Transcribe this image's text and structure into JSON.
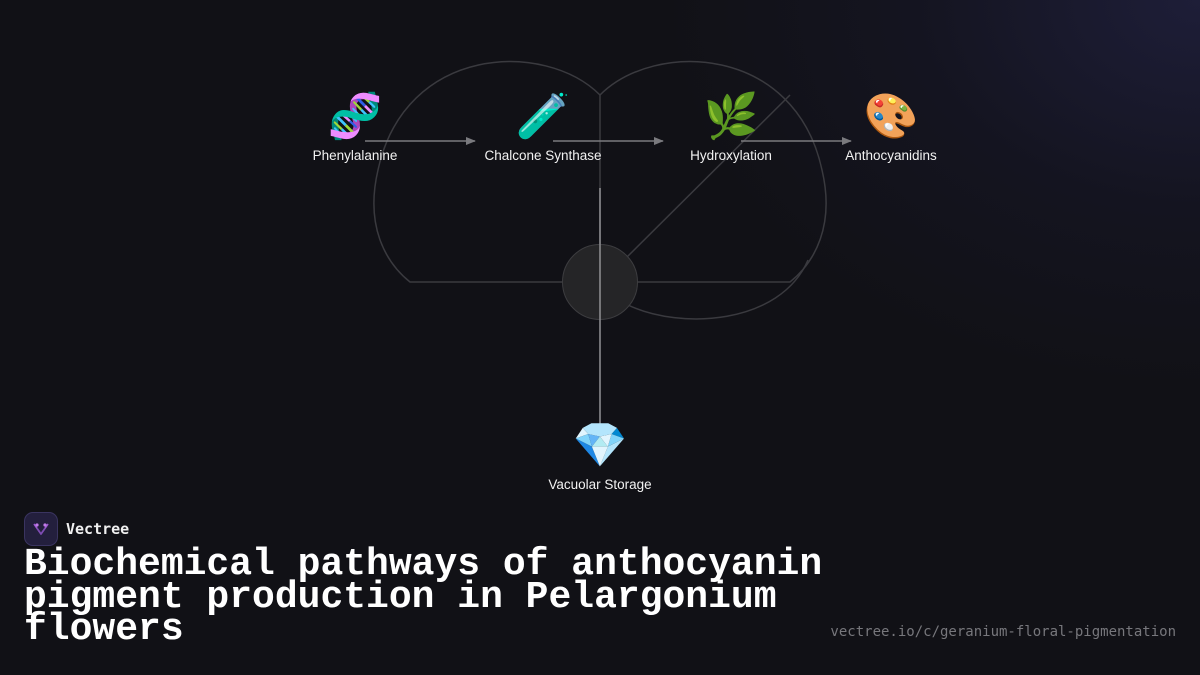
{
  "diagram": {
    "nodes": [
      {
        "id": "phenylalanine",
        "label": "Phenylalanine",
        "icon": "dna-icon",
        "glyph": "🧬"
      },
      {
        "id": "chalcone-synthase",
        "label": "Chalcone Synthase",
        "icon": "test-tube-icon",
        "glyph": "🧪"
      },
      {
        "id": "hydroxylation",
        "label": "Hydroxylation",
        "icon": "herb-icon",
        "glyph": "🌿"
      },
      {
        "id": "anthocyanidins",
        "label": "Anthocyanidins",
        "icon": "palette-icon",
        "glyph": "🎨"
      },
      {
        "id": "vacuolar-storage",
        "label": "Vacuolar Storage",
        "icon": "gem-icon",
        "glyph": "💎"
      }
    ],
    "edges": [
      {
        "from": "phenylalanine",
        "to": "chalcone-synthase"
      },
      {
        "from": "chalcone-synthase",
        "to": "hydroxylation"
      },
      {
        "from": "hydroxylation",
        "to": "anthocyanidins"
      },
      {
        "from": "chalcone-synthase",
        "to": "vacuolar-storage"
      }
    ]
  },
  "brand": {
    "name": "Vectree",
    "logo_icon": "vectree-logo-icon",
    "accent": "#9b59d0"
  },
  "title": "Biochemical pathways of anthocyanin pigment production in Pelargonium flowers",
  "url": "vectree.io/c/geranium-floral-pigmentation",
  "colors": {
    "background": "#111116",
    "text": "#ffffff",
    "muted": "#77777c",
    "arrow": "#7a7a7e"
  }
}
